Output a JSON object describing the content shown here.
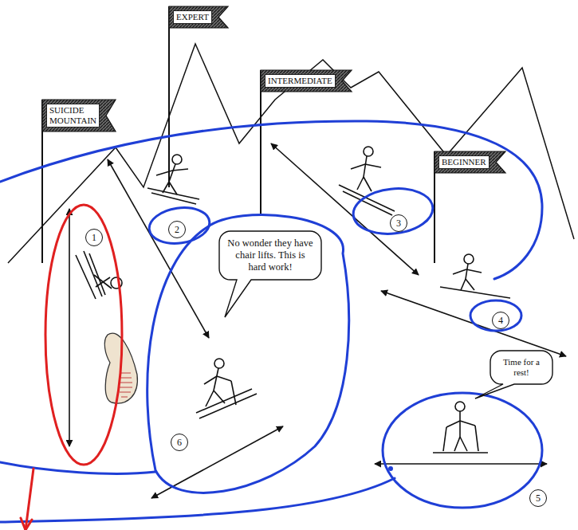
{
  "diagram": {
    "nodes": [
      {
        "text": [
          "EXPERT"
        ]
      },
      {
        "text": [
          "INTERMEDIATE"
        ]
      },
      {
        "text": [
          "SUICIDE MOUNTAIN"
        ]
      },
      {
        "text": [
          "BEGINNER"
        ]
      },
      {
        "text": [
          "1"
        ]
      },
      {
        "text": [
          "2"
        ]
      },
      {
        "text": [
          "3"
        ]
      },
      {
        "text": [
          "No wonder they have chair lifts. This is hard work!"
        ]
      },
      {
        "text": [
          "4"
        ]
      },
      {
        "text": [
          "Time for a rest!"
        ]
      },
      {
        "text": [
          "6"
        ]
      },
      {
        "text": [
          "5"
        ]
      }
    ]
  }
}
